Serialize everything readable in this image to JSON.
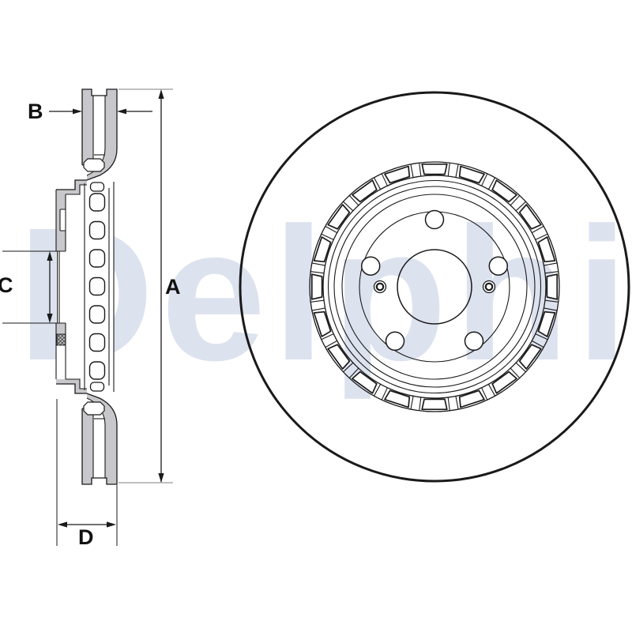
{
  "watermark": {
    "text": "Delphi",
    "color": "#dde2ef"
  },
  "diagram": {
    "labels": {
      "a": "A",
      "b": "B",
      "c": "C",
      "d": "D"
    },
    "colors": {
      "outline": "#1a1a1a",
      "section_fill": "#c8c8cc",
      "extension_line": "#999999",
      "background": "#ffffff"
    }
  }
}
